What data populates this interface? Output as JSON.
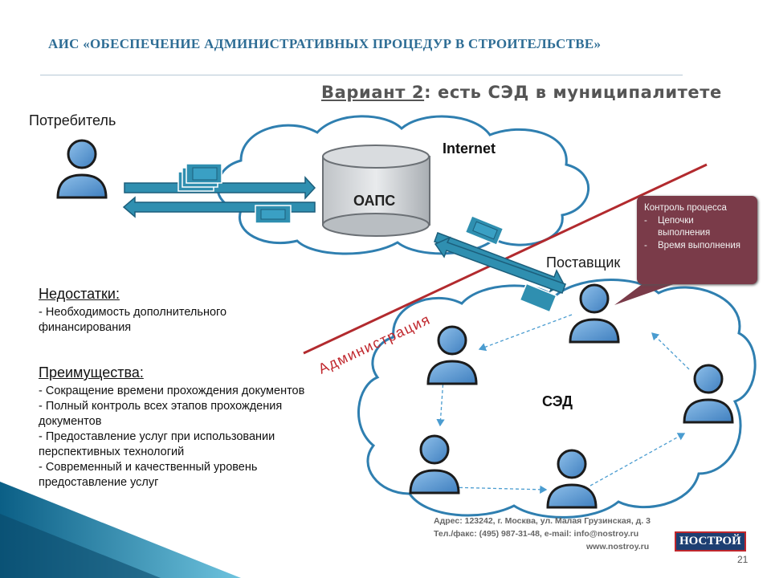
{
  "header": {
    "title": "АИС «ОБЕСПЕЧЕНИЕ АДМИНИСТРАТИВНЫХ ПРОЦЕДУР В СТРОИТЕЛЬСТВЕ»"
  },
  "variant": {
    "prefix": "Вариант 2",
    "suffix": ": есть СЭД в муниципалитете"
  },
  "diagram": {
    "consumer_label": "Потребитель",
    "internet_label": "Internet",
    "oaps_label": "ОАПС",
    "supplier_label": "Поставщик",
    "admin_label": "Администрация",
    "sed_label": "СЭД"
  },
  "callout": {
    "title": "Контроль процесса",
    "items": [
      "Цепочки выполнения",
      "Время выполнения"
    ]
  },
  "cons": {
    "heading": "Недостатки:",
    "items": [
      "- Необходимость дополнительного финансирования"
    ]
  },
  "pros": {
    "heading": "Преимущества:",
    "items": [
      "- Сокращение  времени прохождения документов",
      "- Полный контроль всех этапов прохождения документов",
      "- Предоставление услуг при использовании перспективных технологий",
      "- Современный и качественный уровень предоставление услуг"
    ]
  },
  "footer": {
    "address_line1": "Адрес: 123242, г. Москва, ул. Малая Грузинская, д. 3",
    "address_line2": "Тел./факс: (495) 987-31-48, e-mail: info@nostroy.ru",
    "website": "www.nostroy.ru",
    "logo_text": "НОСТРОЙ",
    "page_number": "21"
  },
  "colors": {
    "accent_blue": "#2e6d95",
    "admin_red": "#b22a2e",
    "callout_bg": "#7a3b49",
    "arrow_teal": "#2f8fb0",
    "person_blue": "#5a9bd5"
  },
  "icons": [
    "person-icon",
    "database-icon",
    "document-icon",
    "arrow-icon"
  ]
}
